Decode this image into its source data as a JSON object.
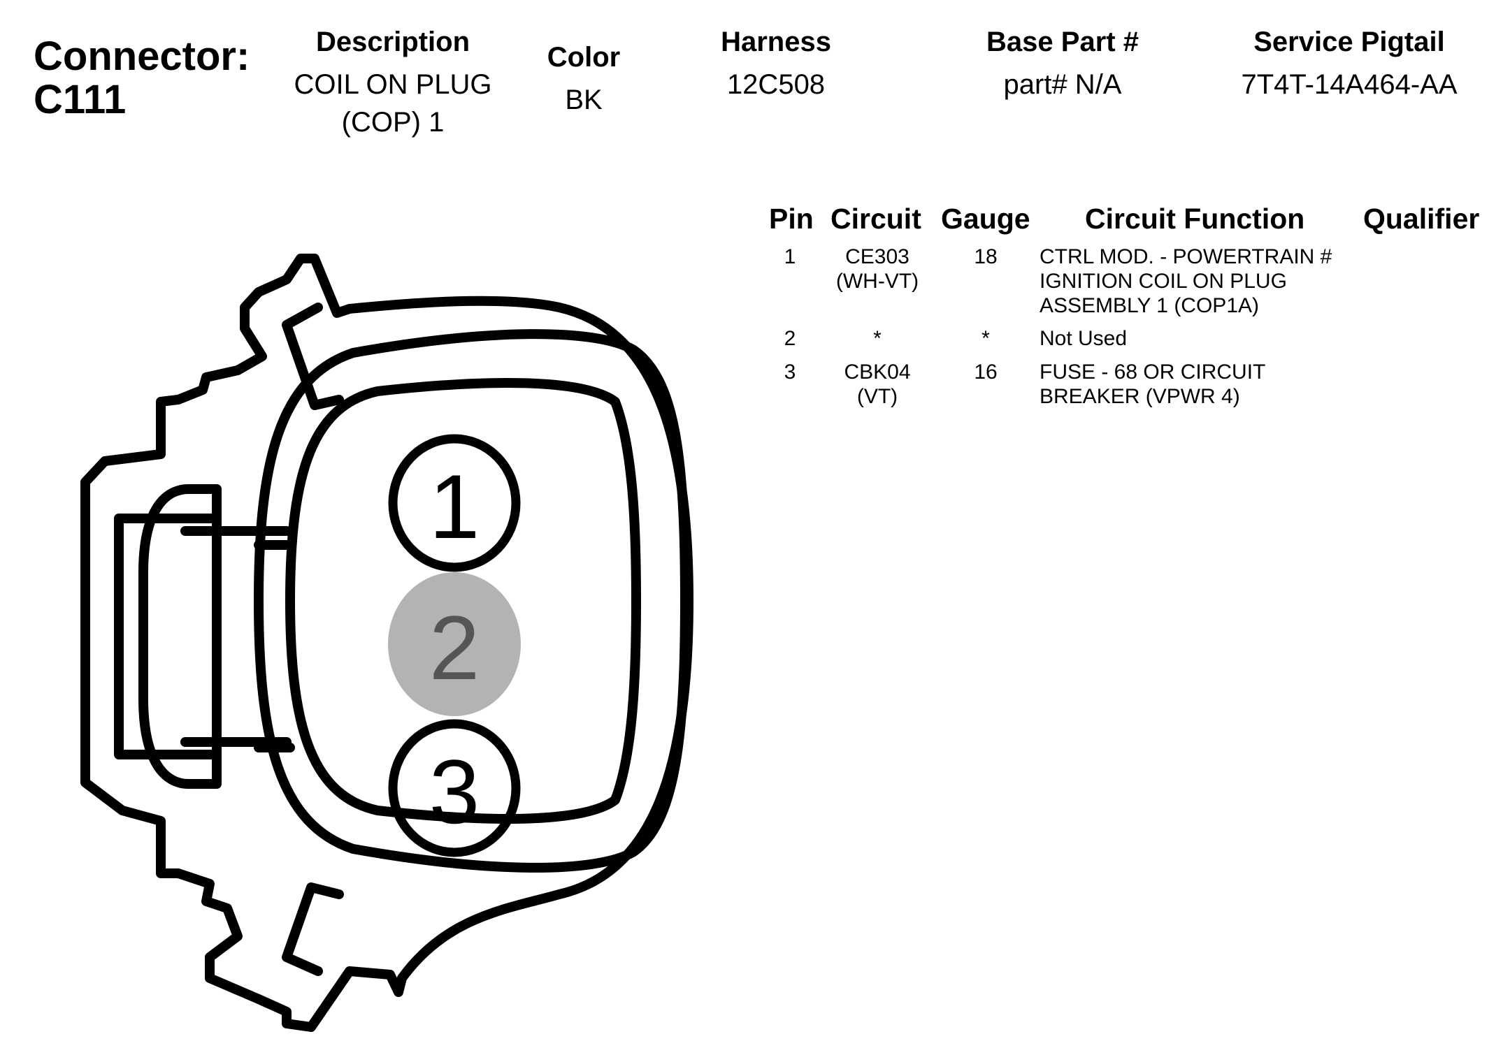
{
  "header": {
    "connector_label": "Connector:",
    "connector_id": "C111",
    "description_label": "Description",
    "description_line1": "COIL ON PLUG",
    "description_line2": "(COP) 1",
    "color_label": "Color",
    "color_value": "BK",
    "harness_label": "Harness",
    "harness_value": "12C508",
    "base_part_label": "Base Part #",
    "base_part_value": "part# N/A",
    "service_pigtail_label": "Service Pigtail",
    "service_pigtail_value": "7T4T-14A464-AA"
  },
  "table": {
    "columns": [
      "Pin",
      "Circuit",
      "Gauge",
      "Circuit Function",
      "Qualifier"
    ],
    "rows": [
      {
        "pin": "1",
        "circuit": "CE303",
        "circuit_color": "(WH-VT)",
        "gauge": "18",
        "function": [
          "CTRL MOD. - POWERTRAIN #",
          "IGNITION COIL ON PLUG",
          "ASSEMBLY 1 (COP1A)"
        ]
      },
      {
        "pin": "2",
        "circuit": "*",
        "circuit_color": "",
        "gauge": "*",
        "function": [
          "Not Used"
        ]
      },
      {
        "pin": "3",
        "circuit": "CBK04",
        "circuit_color": "(VT)",
        "gauge": "16",
        "function": [
          "FUSE - 68 OR CIRCUIT",
          "BREAKER (VPWR 4)"
        ]
      }
    ]
  },
  "connector": {
    "pins": [
      {
        "label": "1",
        "used": true
      },
      {
        "label": "2",
        "used": false
      },
      {
        "label": "3",
        "used": true
      }
    ],
    "unused_fill": "#b3b3b3",
    "unused_text": "#555555"
  }
}
